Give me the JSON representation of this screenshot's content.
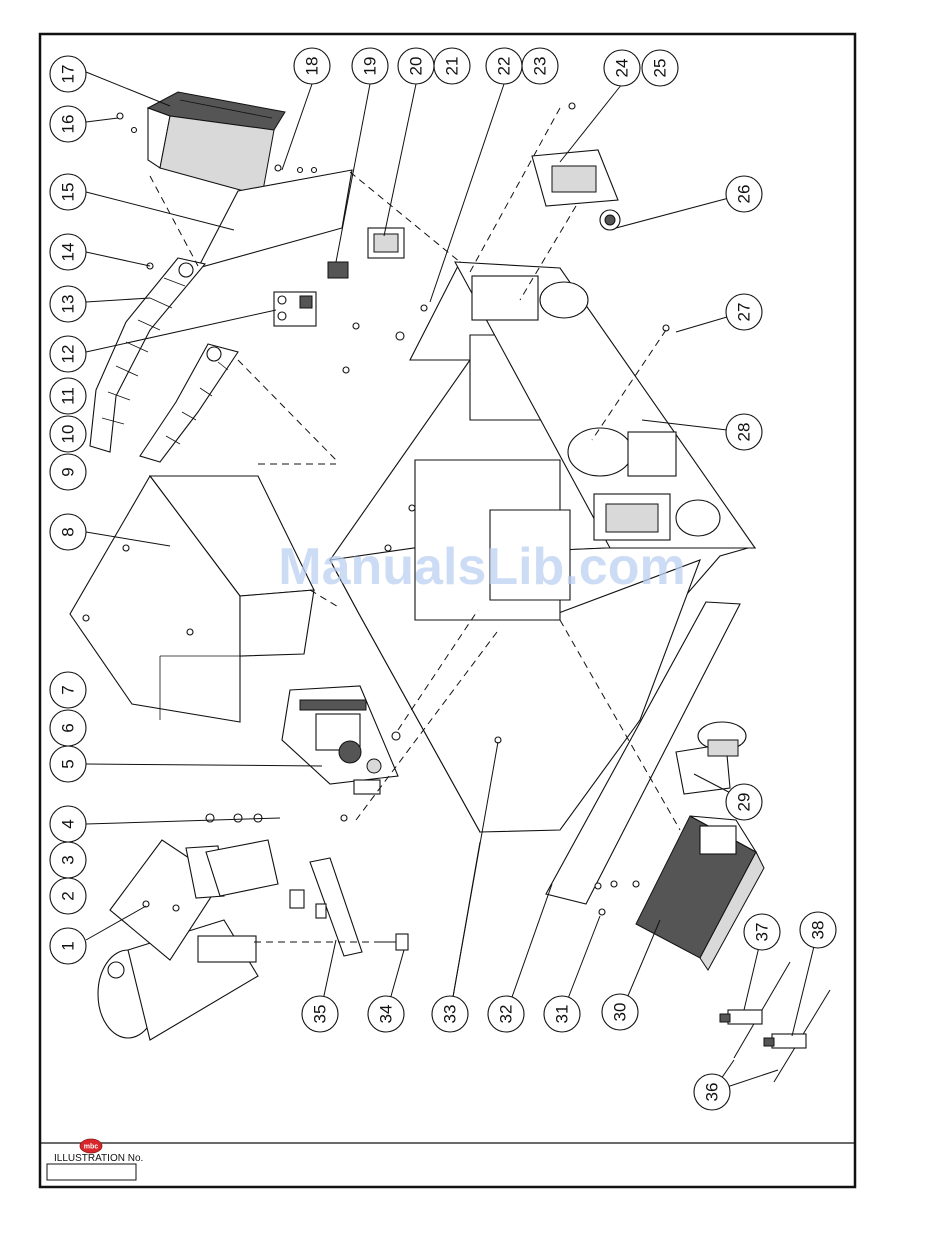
{
  "watermark": "ManualsLib.com",
  "title_block": {
    "logo_text": "mbc",
    "illustration_label": "ILLUSTRATION No.",
    "illustration_number": ""
  },
  "callouts": [
    {
      "id": "c1",
      "label": "1"
    },
    {
      "id": "c2",
      "label": "2"
    },
    {
      "id": "c3",
      "label": "3"
    },
    {
      "id": "c4",
      "label": "4"
    },
    {
      "id": "c5",
      "label": "5"
    },
    {
      "id": "c6",
      "label": "6"
    },
    {
      "id": "c7",
      "label": "7"
    },
    {
      "id": "c8",
      "label": "8"
    },
    {
      "id": "c9",
      "label": "9"
    },
    {
      "id": "c10",
      "label": "10"
    },
    {
      "id": "c11",
      "label": "11"
    },
    {
      "id": "c12",
      "label": "12"
    },
    {
      "id": "c13",
      "label": "13"
    },
    {
      "id": "c14",
      "label": "14"
    },
    {
      "id": "c15",
      "label": "15"
    },
    {
      "id": "c16",
      "label": "16"
    },
    {
      "id": "c17",
      "label": "17"
    },
    {
      "id": "c18",
      "label": "18"
    },
    {
      "id": "c19",
      "label": "19"
    },
    {
      "id": "c20",
      "label": "20"
    },
    {
      "id": "c21",
      "label": "21"
    },
    {
      "id": "c22",
      "label": "22"
    },
    {
      "id": "c23",
      "label": "23"
    },
    {
      "id": "c24",
      "label": "24"
    },
    {
      "id": "c25",
      "label": "25"
    },
    {
      "id": "c26",
      "label": "26"
    },
    {
      "id": "c27",
      "label": "27"
    },
    {
      "id": "c28",
      "label": "28"
    },
    {
      "id": "c29",
      "label": "29"
    },
    {
      "id": "c30",
      "label": "30"
    },
    {
      "id": "c31",
      "label": "31"
    },
    {
      "id": "c32",
      "label": "32"
    },
    {
      "id": "c33",
      "label": "33"
    },
    {
      "id": "c34",
      "label": "34"
    },
    {
      "id": "c35",
      "label": "35"
    },
    {
      "id": "c36",
      "label": "36"
    },
    {
      "id": "c37",
      "label": "37"
    },
    {
      "id": "c38",
      "label": "38"
    }
  ]
}
